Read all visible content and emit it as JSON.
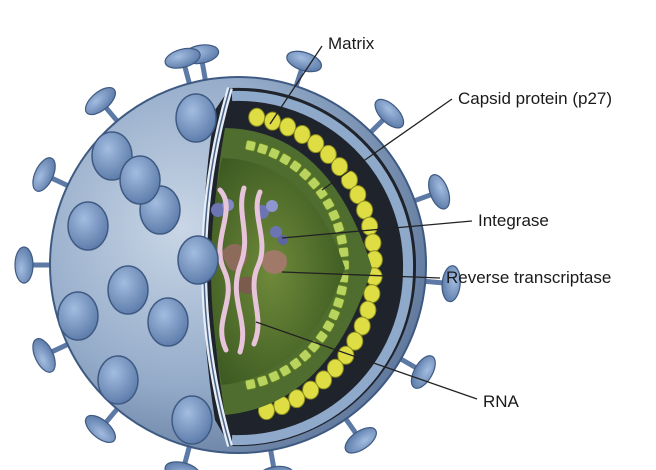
{
  "diagram": {
    "labels": {
      "matrix": "Matrix",
      "capsid": "Capsid protein (p27)",
      "integrase": "Integrase",
      "reverse_transcriptase": "Reverse transcriptase",
      "rna": "RNA"
    },
    "colors": {
      "envelope": "#8ea6c6",
      "envelope_dark": "#5f7aa3",
      "knob": "#7a9ccc",
      "matrix": "#dada3e",
      "capsid": "#b6d05c",
      "core": "#4d6e2c",
      "rna": "#e4bcd6",
      "enzyme": "#6c75b2",
      "leader": "#222222"
    }
  }
}
